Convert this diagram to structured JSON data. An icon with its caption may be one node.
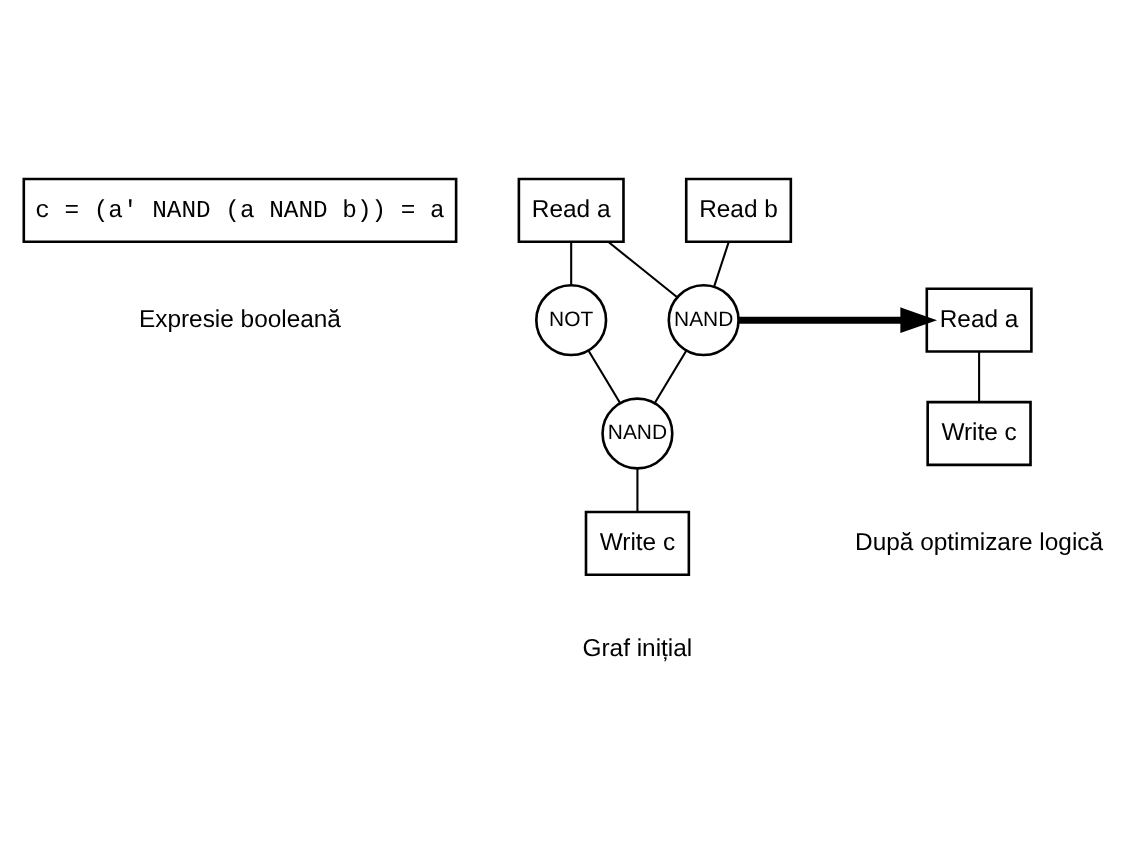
{
  "diagram": {
    "nodes": [
      {
        "text": [
          "c = (a' NAND (a NAND b)) = a"
        ],
        "beside": [
          "Expresie booleană"
        ]
      },
      {
        "text": [
          "Read a"
        ]
      },
      {
        "text": [
          "Read b"
        ]
      },
      {
        "text": [
          "NOT"
        ]
      },
      {
        "text": [
          "NAND"
        ]
      },
      {
        "text": [
          "NAND"
        ]
      },
      {
        "text": [
          "Write c"
        ]
      },
      {
        "text": [
          "Read a"
        ]
      },
      {
        "text": [
          "Write c"
        ]
      }
    ],
    "edges": [
      {
        "from": 1,
        "to": 3,
        "arrow": "none"
      },
      {
        "from": 1,
        "to": 4,
        "arrow": "none"
      },
      {
        "from": 2,
        "to": 4,
        "arrow": "none"
      },
      {
        "from": 3,
        "to": 5,
        "arrow": "none"
      },
      {
        "from": 4,
        "to": 5,
        "arrow": "none"
      },
      {
        "from": 5,
        "to": 6,
        "arrow": "none"
      },
      {
        "from": 7,
        "to": 8,
        "arrow": "none"
      },
      {
        "from": 4,
        "to": 7,
        "arrow": "to",
        "style": "thick"
      }
    ],
    "labels": [
      "Graf inițial",
      "După optimizare logică"
    ]
  }
}
